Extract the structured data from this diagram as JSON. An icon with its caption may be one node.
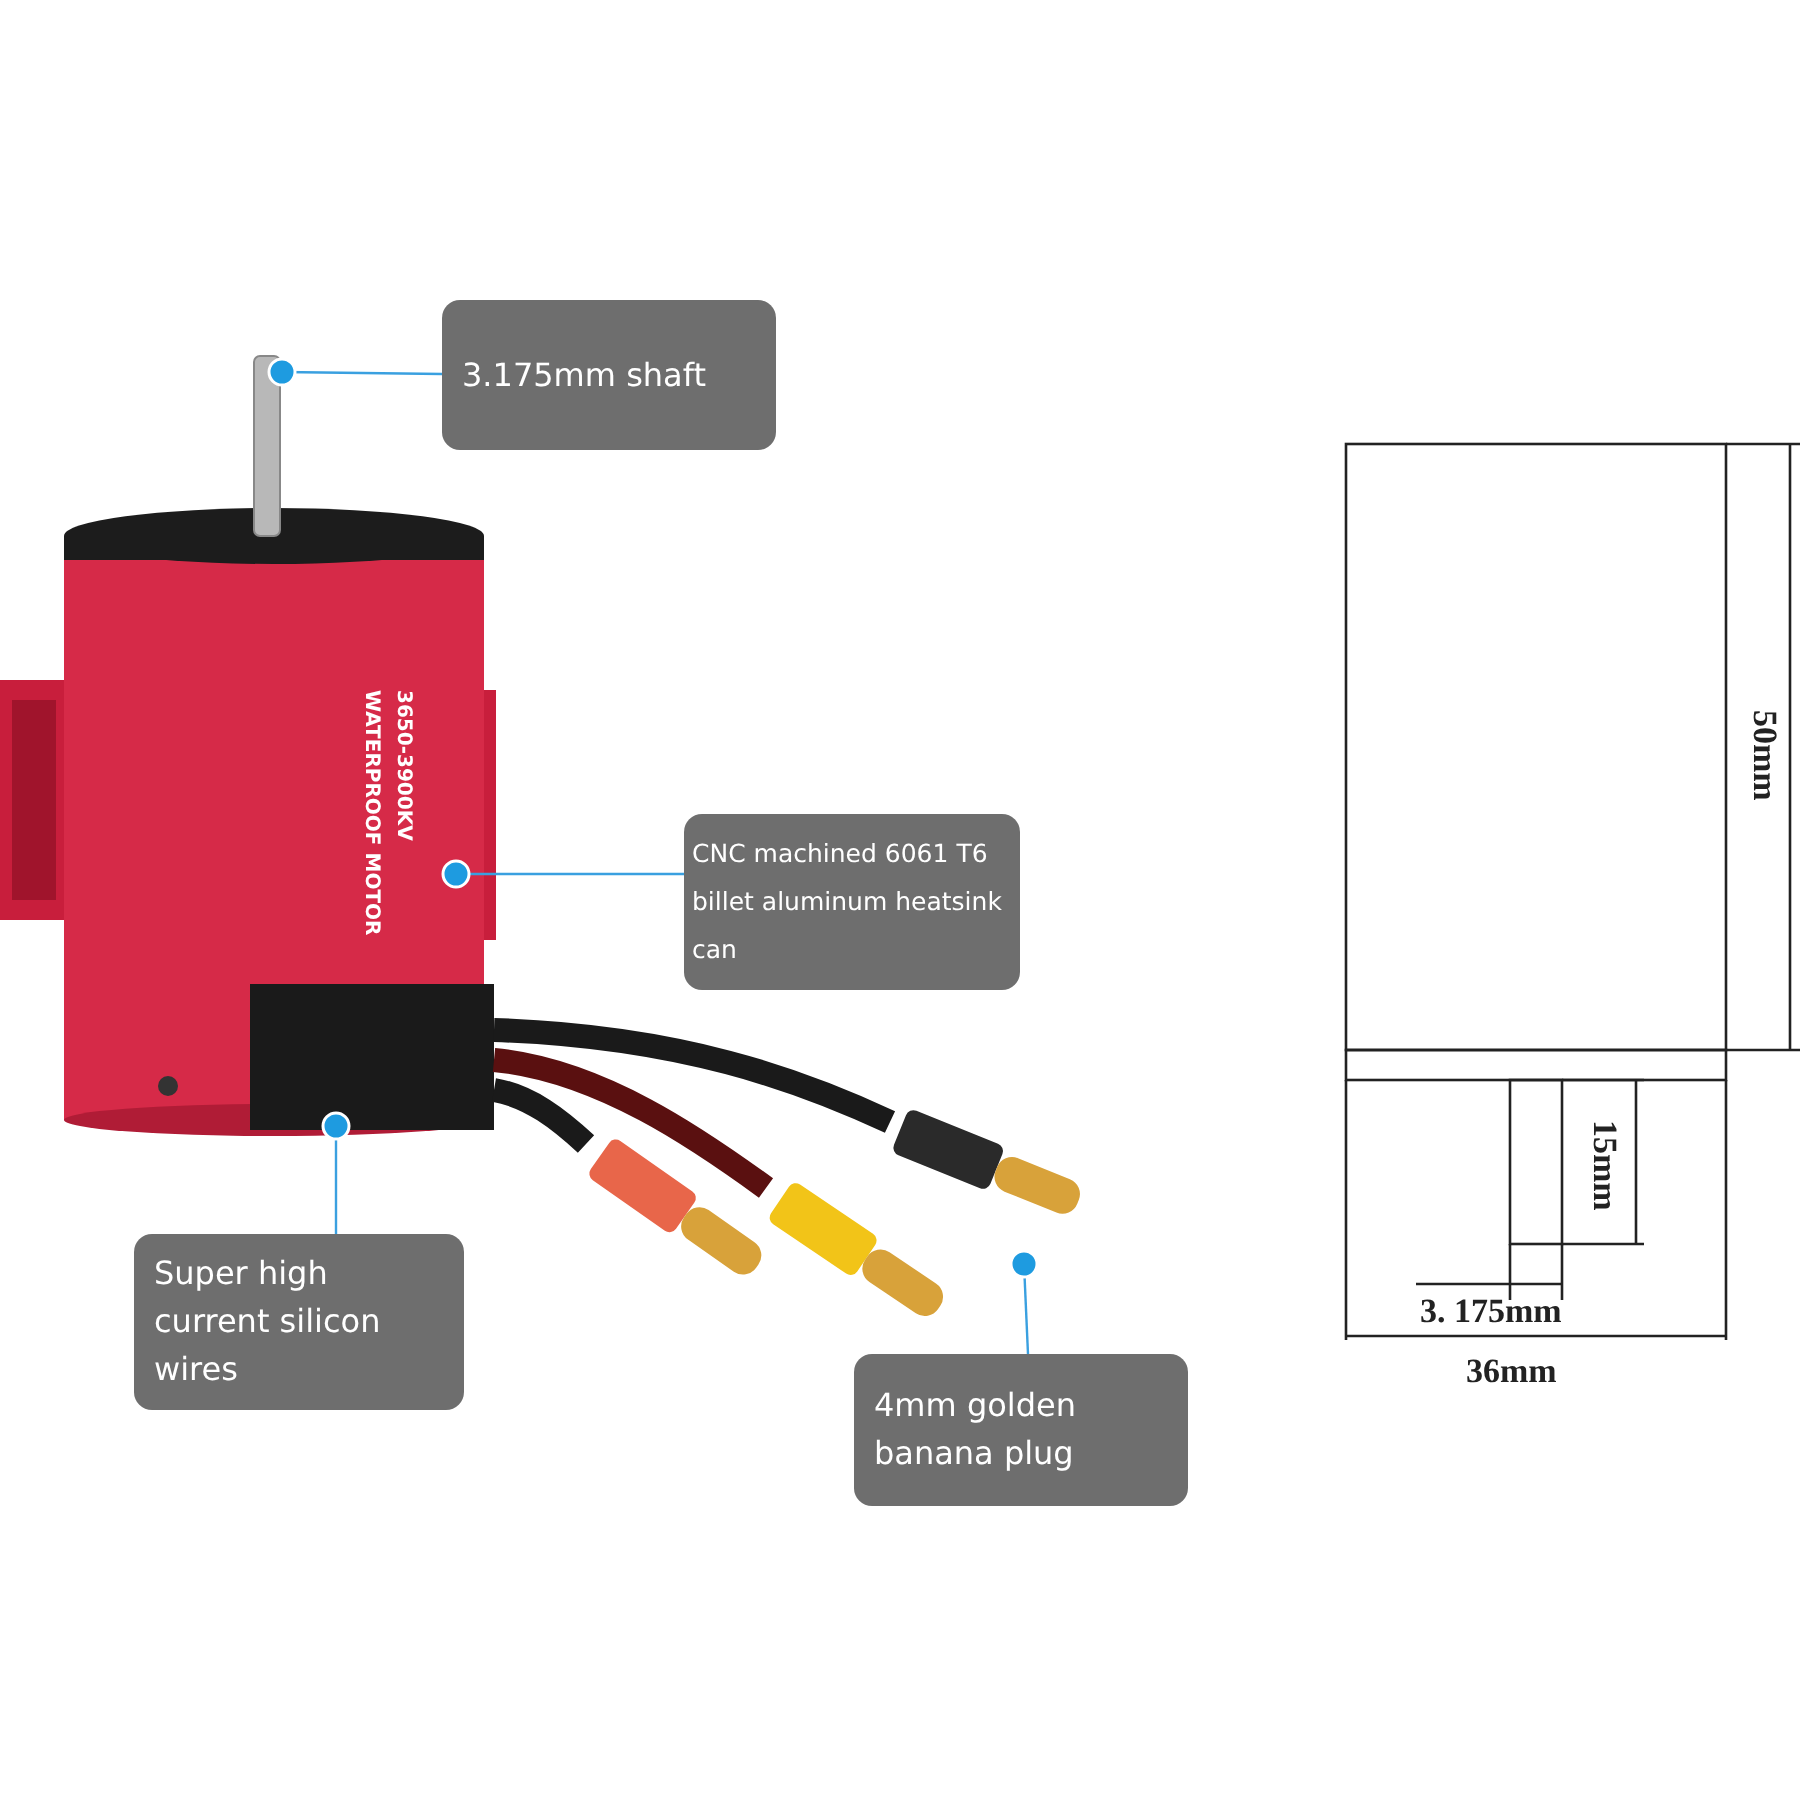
{
  "diagram": {
    "nodes": [
      {
        "text": [
          "3.175mm shaft"
        ]
      },
      {
        "text": [
          "CNC machined 6061 T6 billet aluminum heatsink can"
        ]
      },
      {
        "text": [
          "Super high current silicon wires"
        ]
      },
      {
        "text": [
          "4mm golden banana plug"
        ]
      },
      {
        "text": [],
        "shape": "bar"
      },
      {
        "text": [],
        "shape": "picture"
      },
      {
        "text": [],
        "shape": "picture"
      },
      {
        "text": [],
        "shape": "picture"
      }
    ],
    "edges": [
      {
        "from": 0,
        "to": 4,
        "arrow": "other"
      },
      {
        "from": 1,
        "to": 5,
        "arrow": "other"
      },
      {
        "from": 2,
        "to": 6,
        "arrow": "other"
      },
      {
        "from": 3,
        "to": 7,
        "arrow": "other"
      }
    ],
    "labels": [
      "3650-3900KV",
      "WATERPROOF MOTOR",
      "50mm",
      "15mm",
      "3. 175mm",
      "36mm"
    ]
  }
}
